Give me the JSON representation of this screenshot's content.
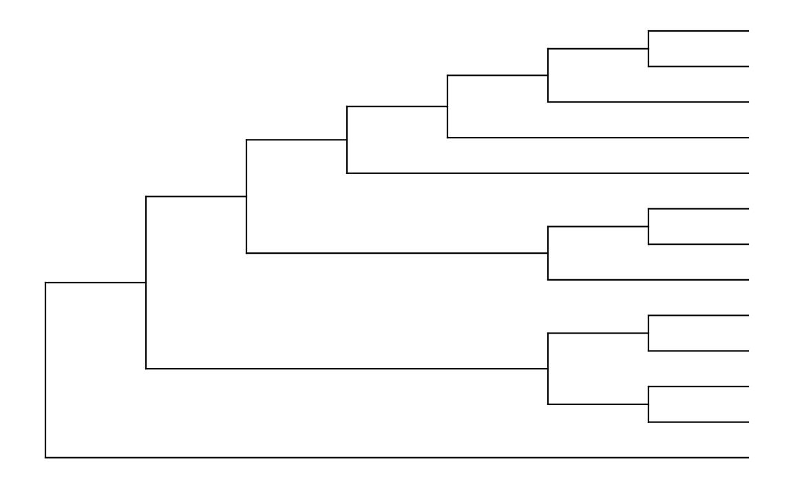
{
  "diagram": {
    "type": "dendrogram",
    "orientation": "root-left",
    "line_color": "#000000",
    "background_color": "#ffffff",
    "leaf_labels_shown": false,
    "leaf_count": 13,
    "tree": {
      "children": [
        {
          "children": [
            {
              "children": [
                {
                  "children": [
                    {
                      "children": [
                        {
                          "children": [
                            {
                              "children": [
                                {
                                  "leaf": 1
                                },
                                {
                                  "leaf": 2
                                }
                              ]
                            },
                            {
                              "leaf": 3
                            }
                          ]
                        },
                        {
                          "leaf": 4
                        }
                      ]
                    },
                    {
                      "leaf": 5
                    }
                  ]
                },
                {
                  "children": [
                    {
                      "children": [
                        {
                          "leaf": 6
                        },
                        {
                          "leaf": 7
                        }
                      ]
                    },
                    {
                      "leaf": 8
                    }
                  ]
                }
              ]
            },
            {
              "children": [
                {
                  "children": [
                    {
                      "leaf": 9
                    },
                    {
                      "leaf": 10
                    }
                  ]
                },
                {
                  "children": [
                    {
                      "leaf": 11
                    },
                    {
                      "leaf": 12
                    }
                  ]
                }
              ]
            }
          ]
        },
        {
          "leaf": 13
        }
      ]
    }
  }
}
